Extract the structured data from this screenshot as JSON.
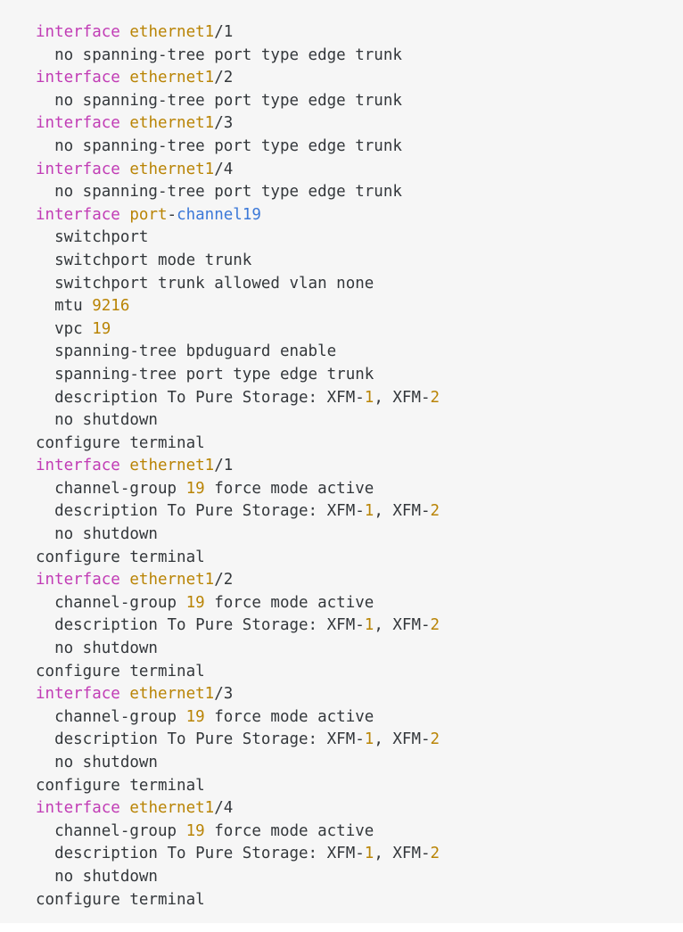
{
  "block": {
    "language": "cisco-nxos-cli",
    "background_color": "#f6f6f6",
    "text_color": "#33373b",
    "keyword_color": "#c13cb5",
    "number_color": "#b98405",
    "identifier_color": "#3b78d8"
  },
  "lines": [
    {
      "indent": 0,
      "tokens": [
        {
          "t": "interface",
          "c": "kw"
        },
        {
          "t": " ",
          "c": "txt"
        },
        {
          "t": "ethernet1",
          "c": "num"
        },
        {
          "t": "/1",
          "c": "txt"
        }
      ]
    },
    {
      "indent": 2,
      "tokens": [
        {
          "t": "no spanning-tree port type edge trunk",
          "c": "txt"
        }
      ]
    },
    {
      "indent": 0,
      "tokens": [
        {
          "t": "interface",
          "c": "kw"
        },
        {
          "t": " ",
          "c": "txt"
        },
        {
          "t": "ethernet1",
          "c": "num"
        },
        {
          "t": "/2",
          "c": "txt"
        }
      ]
    },
    {
      "indent": 2,
      "tokens": [
        {
          "t": "no spanning-tree port type edge trunk",
          "c": "txt"
        }
      ]
    },
    {
      "indent": 0,
      "tokens": [
        {
          "t": "interface",
          "c": "kw"
        },
        {
          "t": " ",
          "c": "txt"
        },
        {
          "t": "ethernet1",
          "c": "num"
        },
        {
          "t": "/3",
          "c": "txt"
        }
      ]
    },
    {
      "indent": 2,
      "tokens": [
        {
          "t": "no spanning-tree port type edge trunk",
          "c": "txt"
        }
      ]
    },
    {
      "indent": 0,
      "tokens": [
        {
          "t": "interface",
          "c": "kw"
        },
        {
          "t": " ",
          "c": "txt"
        },
        {
          "t": "ethernet1",
          "c": "num"
        },
        {
          "t": "/4",
          "c": "txt"
        }
      ]
    },
    {
      "indent": 2,
      "tokens": [
        {
          "t": "no spanning-tree port type edge trunk",
          "c": "txt"
        }
      ]
    },
    {
      "indent": 0,
      "tokens": [
        {
          "t": "interface",
          "c": "kw"
        },
        {
          "t": " ",
          "c": "txt"
        },
        {
          "t": "port",
          "c": "num"
        },
        {
          "t": "-",
          "c": "txt"
        },
        {
          "t": "channel19",
          "c": "blue"
        }
      ]
    },
    {
      "indent": 2,
      "tokens": [
        {
          "t": "switchport",
          "c": "txt"
        }
      ]
    },
    {
      "indent": 2,
      "tokens": [
        {
          "t": "switchport mode trunk",
          "c": "txt"
        }
      ]
    },
    {
      "indent": 2,
      "tokens": [
        {
          "t": "switchport trunk allowed vlan none",
          "c": "txt"
        }
      ]
    },
    {
      "indent": 2,
      "tokens": [
        {
          "t": "mtu ",
          "c": "txt"
        },
        {
          "t": "9216",
          "c": "num"
        }
      ]
    },
    {
      "indent": 2,
      "tokens": [
        {
          "t": "vpc ",
          "c": "txt"
        },
        {
          "t": "19",
          "c": "num"
        }
      ]
    },
    {
      "indent": 2,
      "tokens": [
        {
          "t": "spanning-tree bpduguard enable",
          "c": "txt"
        }
      ]
    },
    {
      "indent": 2,
      "tokens": [
        {
          "t": "spanning-tree port type edge trunk",
          "c": "txt"
        }
      ]
    },
    {
      "indent": 2,
      "tokens": [
        {
          "t": "description To Pure Storage: XFM-",
          "c": "txt"
        },
        {
          "t": "1",
          "c": "num"
        },
        {
          "t": ", XFM-",
          "c": "txt"
        },
        {
          "t": "2",
          "c": "num"
        }
      ]
    },
    {
      "indent": 2,
      "tokens": [
        {
          "t": "no shutdown",
          "c": "txt"
        }
      ]
    },
    {
      "indent": 0,
      "tokens": [
        {
          "t": "configure terminal",
          "c": "txt"
        }
      ]
    },
    {
      "indent": 0,
      "tokens": [
        {
          "t": "interface",
          "c": "kw"
        },
        {
          "t": " ",
          "c": "txt"
        },
        {
          "t": "ethernet1",
          "c": "num"
        },
        {
          "t": "/1",
          "c": "txt"
        }
      ]
    },
    {
      "indent": 2,
      "tokens": [
        {
          "t": "channel-group ",
          "c": "txt"
        },
        {
          "t": "19",
          "c": "num"
        },
        {
          "t": " force mode active",
          "c": "txt"
        }
      ]
    },
    {
      "indent": 2,
      "tokens": [
        {
          "t": "description To Pure Storage: XFM-",
          "c": "txt"
        },
        {
          "t": "1",
          "c": "num"
        },
        {
          "t": ", XFM-",
          "c": "txt"
        },
        {
          "t": "2",
          "c": "num"
        }
      ]
    },
    {
      "indent": 2,
      "tokens": [
        {
          "t": "no shutdown",
          "c": "txt"
        }
      ]
    },
    {
      "indent": 0,
      "tokens": [
        {
          "t": "configure terminal",
          "c": "txt"
        }
      ]
    },
    {
      "indent": 0,
      "tokens": [
        {
          "t": "interface",
          "c": "kw"
        },
        {
          "t": " ",
          "c": "txt"
        },
        {
          "t": "ethernet1",
          "c": "num"
        },
        {
          "t": "/2",
          "c": "txt"
        }
      ]
    },
    {
      "indent": 2,
      "tokens": [
        {
          "t": "channel-group ",
          "c": "txt"
        },
        {
          "t": "19",
          "c": "num"
        },
        {
          "t": " force mode active",
          "c": "txt"
        }
      ]
    },
    {
      "indent": 2,
      "tokens": [
        {
          "t": "description To Pure Storage: XFM-",
          "c": "txt"
        },
        {
          "t": "1",
          "c": "num"
        },
        {
          "t": ", XFM-",
          "c": "txt"
        },
        {
          "t": "2",
          "c": "num"
        }
      ]
    },
    {
      "indent": 2,
      "tokens": [
        {
          "t": "no shutdown",
          "c": "txt"
        }
      ]
    },
    {
      "indent": 0,
      "tokens": [
        {
          "t": "configure terminal",
          "c": "txt"
        }
      ]
    },
    {
      "indent": 0,
      "tokens": [
        {
          "t": "interface",
          "c": "kw"
        },
        {
          "t": " ",
          "c": "txt"
        },
        {
          "t": "ethernet1",
          "c": "num"
        },
        {
          "t": "/3",
          "c": "txt"
        }
      ]
    },
    {
      "indent": 2,
      "tokens": [
        {
          "t": "channel-group ",
          "c": "txt"
        },
        {
          "t": "19",
          "c": "num"
        },
        {
          "t": " force mode active",
          "c": "txt"
        }
      ]
    },
    {
      "indent": 2,
      "tokens": [
        {
          "t": "description To Pure Storage: XFM-",
          "c": "txt"
        },
        {
          "t": "1",
          "c": "num"
        },
        {
          "t": ", XFM-",
          "c": "txt"
        },
        {
          "t": "2",
          "c": "num"
        }
      ]
    },
    {
      "indent": 2,
      "tokens": [
        {
          "t": "no shutdown",
          "c": "txt"
        }
      ]
    },
    {
      "indent": 0,
      "tokens": [
        {
          "t": "configure terminal",
          "c": "txt"
        }
      ]
    },
    {
      "indent": 0,
      "tokens": [
        {
          "t": "interface",
          "c": "kw"
        },
        {
          "t": " ",
          "c": "txt"
        },
        {
          "t": "ethernet1",
          "c": "num"
        },
        {
          "t": "/4",
          "c": "txt"
        }
      ]
    },
    {
      "indent": 2,
      "tokens": [
        {
          "t": "channel-group ",
          "c": "txt"
        },
        {
          "t": "19",
          "c": "num"
        },
        {
          "t": " force mode active",
          "c": "txt"
        }
      ]
    },
    {
      "indent": 2,
      "tokens": [
        {
          "t": "description To Pure Storage: XFM-",
          "c": "txt"
        },
        {
          "t": "1",
          "c": "num"
        },
        {
          "t": ", XFM-",
          "c": "txt"
        },
        {
          "t": "2",
          "c": "num"
        }
      ]
    },
    {
      "indent": 2,
      "tokens": [
        {
          "t": "no shutdown",
          "c": "txt"
        }
      ]
    },
    {
      "indent": 0,
      "tokens": [
        {
          "t": "configure terminal",
          "c": "txt"
        }
      ]
    }
  ]
}
